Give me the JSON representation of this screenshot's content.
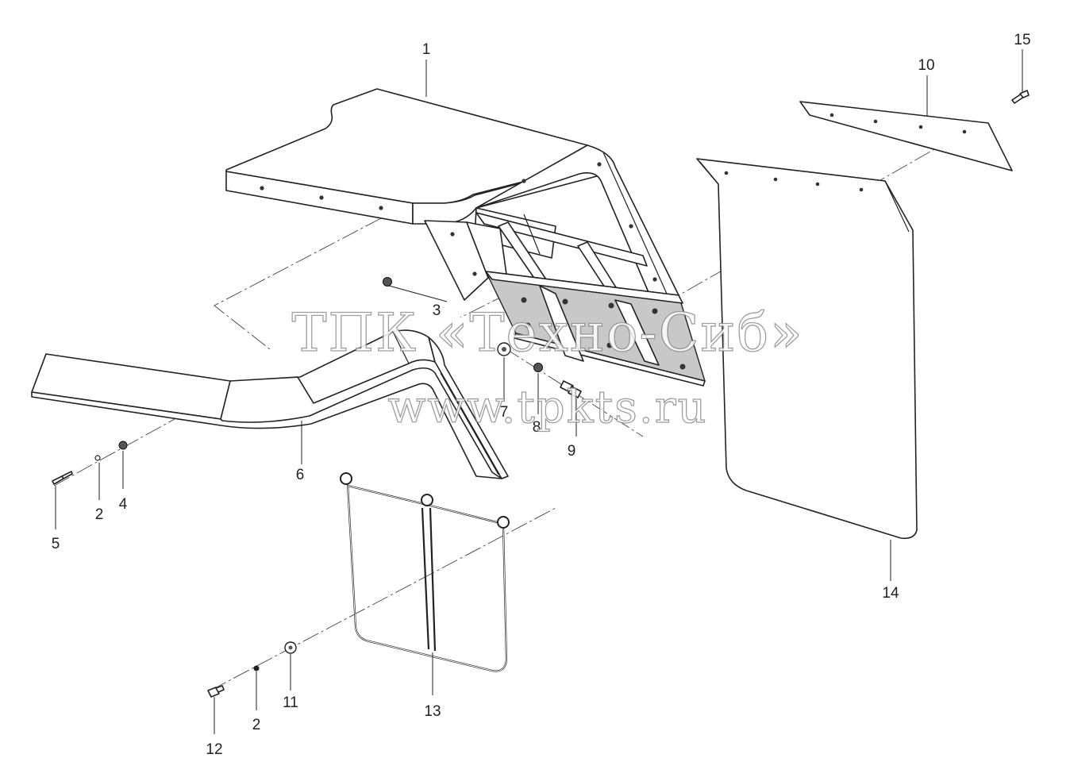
{
  "diagram": {
    "callouts": [
      {
        "id": "c1",
        "label": "1"
      },
      {
        "id": "c2a",
        "label": "2"
      },
      {
        "id": "c2b",
        "label": "2"
      },
      {
        "id": "c3",
        "label": "3"
      },
      {
        "id": "c4",
        "label": "4"
      },
      {
        "id": "c5",
        "label": "5"
      },
      {
        "id": "c6",
        "label": "6"
      },
      {
        "id": "c7",
        "label": "7"
      },
      {
        "id": "c8",
        "label": "8"
      },
      {
        "id": "c9",
        "label": "9"
      },
      {
        "id": "c10",
        "label": "10"
      },
      {
        "id": "c11",
        "label": "11"
      },
      {
        "id": "c12",
        "label": "12"
      },
      {
        "id": "c13",
        "label": "13"
      },
      {
        "id": "c14",
        "label": "14"
      },
      {
        "id": "c15",
        "label": "15"
      }
    ],
    "watermark": {
      "line1": "ТПК «Техно-Сиб»",
      "line2": "www.tpkts.ru"
    }
  },
  "colors": {
    "line": "#222222",
    "shade": "#c8c8c8",
    "watermark_outline": "#8e8e8e",
    "background": "#ffffff"
  }
}
